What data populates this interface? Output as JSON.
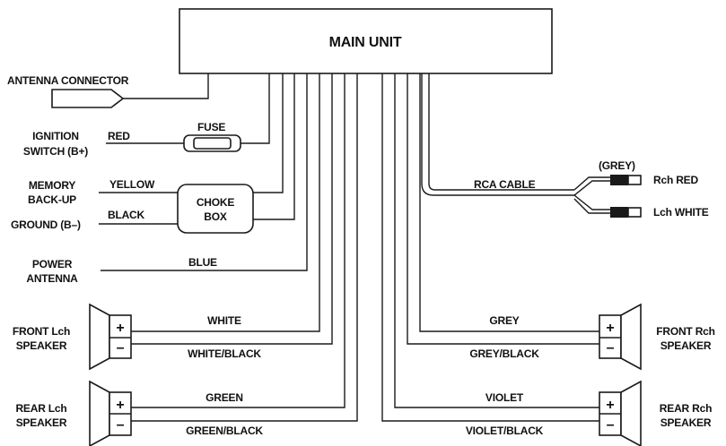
{
  "main_unit": {
    "label": "MAIN UNIT"
  },
  "antenna": {
    "label": "ANTENNA CONNECTOR"
  },
  "ignition": {
    "label_line1": "IGNITION",
    "label_line2": "SWITCH (B+)",
    "wire_color": "RED"
  },
  "fuse": {
    "label": "FUSE"
  },
  "memory": {
    "label_line1": "MEMORY",
    "label_line2": "BACK-UP",
    "wire_color": "YELLOW"
  },
  "ground": {
    "label": "GROUND (B–)",
    "wire_color": "BLACK"
  },
  "choke": {
    "label_line1": "CHOKE",
    "label_line2": "BOX"
  },
  "power_antenna": {
    "label_line1": "POWER",
    "label_line2": "ANTENNA",
    "wire_color": "BLUE"
  },
  "rca": {
    "label": "RCA CABLE",
    "grey_label": "(GREY)",
    "right_label": "Rch RED",
    "left_label": "Lch WHITE"
  },
  "speakers": {
    "front_left": {
      "label_line1": "FRONT Lch",
      "label_line2": "SPEAKER",
      "plus_wire": "WHITE",
      "minus_wire": "WHITE/BLACK"
    },
    "rear_left": {
      "label_line1": "REAR Lch",
      "label_line2": "SPEAKER",
      "plus_wire": "GREEN",
      "minus_wire": "GREEN/BLACK"
    },
    "front_right": {
      "label_line1": "FRONT Rch",
      "label_line2": "SPEAKER",
      "plus_wire": "GREY",
      "minus_wire": "GREY/BLACK"
    },
    "rear_right": {
      "label_line1": "REAR Rch",
      "label_line2": "SPEAKER",
      "plus_wire": "VIOLET",
      "minus_wire": "VIOLET/BLACK"
    },
    "plus_symbol": "+",
    "minus_symbol": "–"
  }
}
